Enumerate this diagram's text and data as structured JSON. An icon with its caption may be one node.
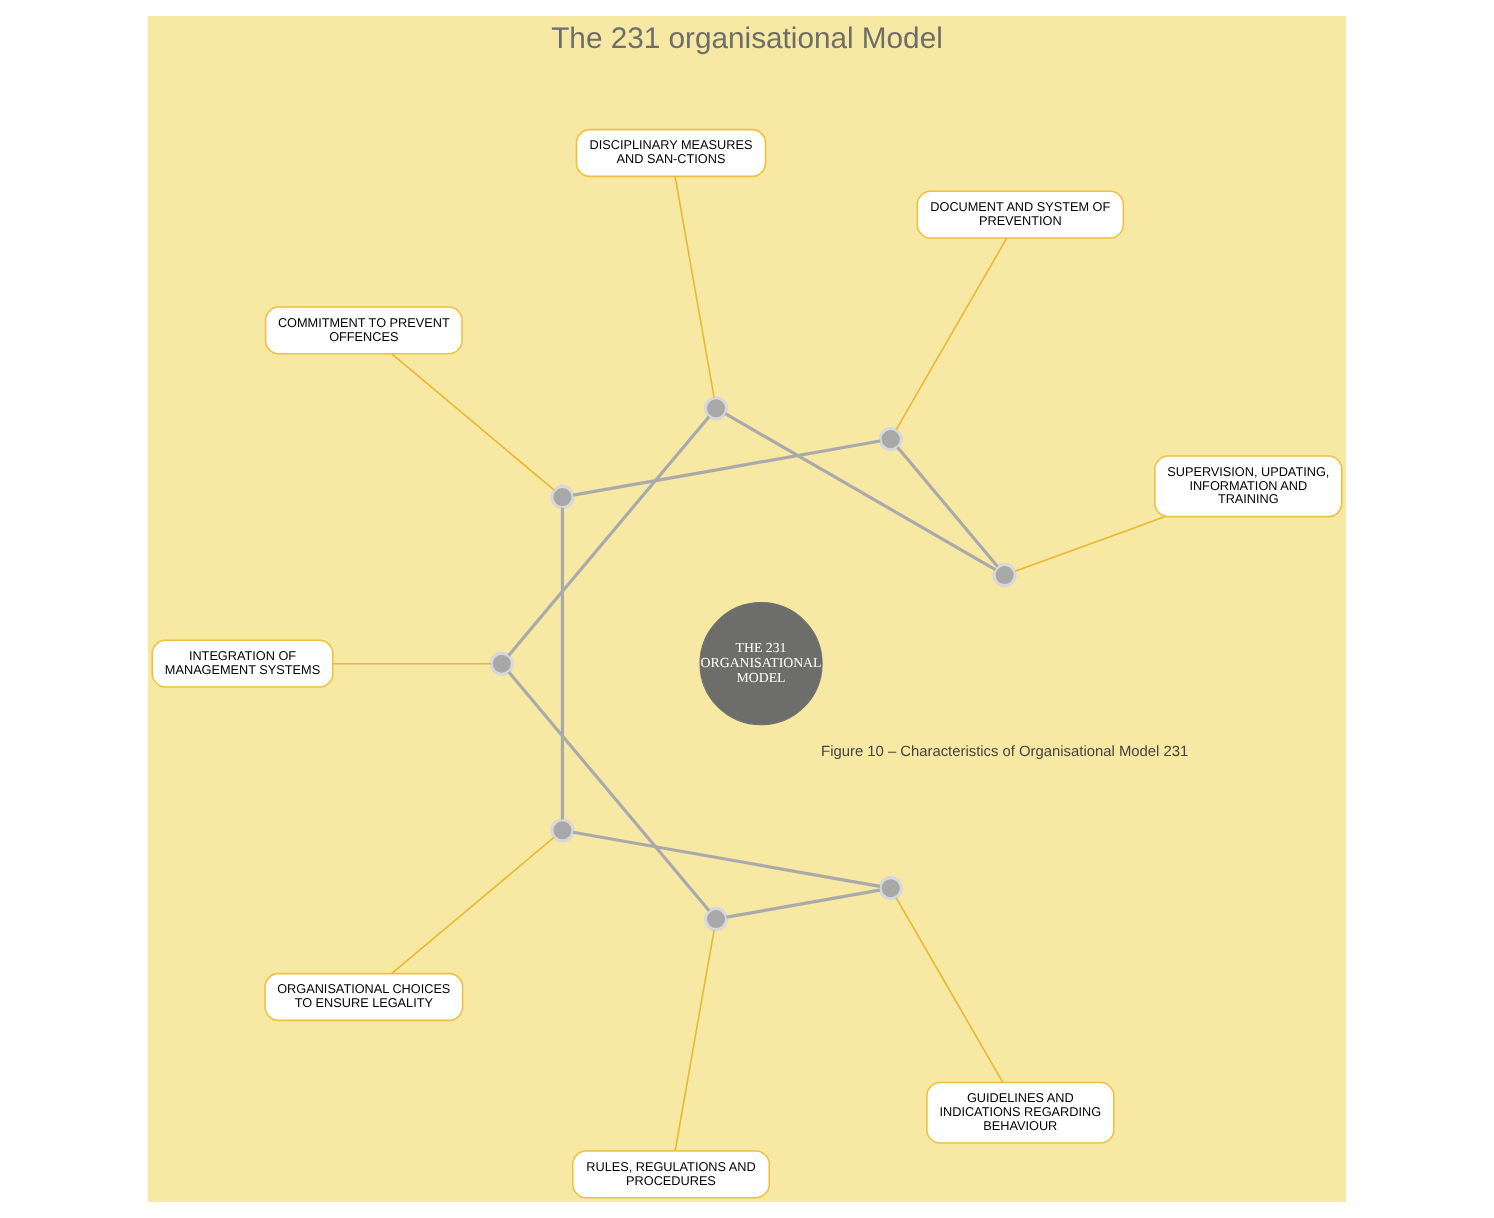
{
  "diagram": {
    "title": "The 231 organisational Model",
    "caption": "Figure 10 – Characteristics of Organisational Model 231",
    "nodes": [
      {
        "text": [
          "SUPERVISION, UPDATING, INFORMATION AND TRAINING"
        ]
      },
      {
        "text": [
          "DOCUMENT AND SYSTEM OF PREVENTION"
        ]
      },
      {
        "text": [
          "DISCIPLINARY MEASURES AND SAN-CTIONS"
        ]
      },
      {
        "text": [
          "COMMITMENT TO PREVENT OFFENCES"
        ]
      },
      {
        "text": [
          "THE 231 ORGANISATIONAL MODEL"
        ]
      },
      {
        "text": [
          "INTEGRATION OF MANAGEMENT SYSTEMS"
        ]
      },
      {
        "text": [
          "ORGANISATIONAL CHOICES TO ENSURE LEGALITY"
        ]
      },
      {
        "text": [
          "RULES, REGULATIONS AND PROCEDURES"
        ]
      },
      {
        "text": [
          "GUIDELINES AND INDICATIONS REGARDING BEHAVIOUR"
        ]
      },
      {
        "text": [],
        "shape": "circle"
      },
      {
        "text": [],
        "shape": "circle"
      },
      {
        "text": [],
        "shape": "circle"
      },
      {
        "text": [],
        "shape": "circle"
      },
      {
        "text": [],
        "shape": "circle"
      },
      {
        "text": [],
        "shape": "circle"
      },
      {
        "text": [],
        "shape": "circle"
      },
      {
        "text": [],
        "shape": "circle"
      }
    ],
    "edges": [
      {
        "from": 0,
        "to": 9,
        "arrow": "none",
        "color": "#e8b830"
      },
      {
        "from": 1,
        "to": 10,
        "arrow": "none",
        "color": "#e8b830"
      },
      {
        "from": 2,
        "to": 11,
        "arrow": "none",
        "color": "#e8b830"
      },
      {
        "from": 3,
        "to": 12,
        "arrow": "none",
        "color": "#e8b830"
      },
      {
        "from": 5,
        "to": 13,
        "arrow": "none",
        "color": "#e8b830"
      },
      {
        "from": 6,
        "to": 14,
        "arrow": "none",
        "color": "#e8b830"
      },
      {
        "from": 7,
        "to": 15,
        "arrow": "none",
        "color": "#e8b830"
      },
      {
        "from": 8,
        "to": 16,
        "arrow": "none",
        "color": "#e8b830"
      },
      {
        "from": 9,
        "to": 10,
        "arrow": "none",
        "color": "#aaaaaa"
      },
      {
        "from": 10,
        "to": 12,
        "arrow": "none",
        "color": "#aaaaaa"
      },
      {
        "from": 12,
        "to": 14,
        "arrow": "none",
        "color": "#aaaaaa"
      },
      {
        "from": 14,
        "to": 16,
        "arrow": "none",
        "color": "#aaaaaa"
      },
      {
        "from": 16,
        "to": 15,
        "arrow": "none",
        "color": "#aaaaaa"
      },
      {
        "from": 15,
        "to": 13,
        "arrow": "none",
        "color": "#aaaaaa"
      },
      {
        "from": 13,
        "to": 11,
        "arrow": "none",
        "color": "#aaaaaa"
      },
      {
        "from": 11,
        "to": 9,
        "arrow": "none",
        "color": "#aaaaaa"
      }
    ]
  }
}
